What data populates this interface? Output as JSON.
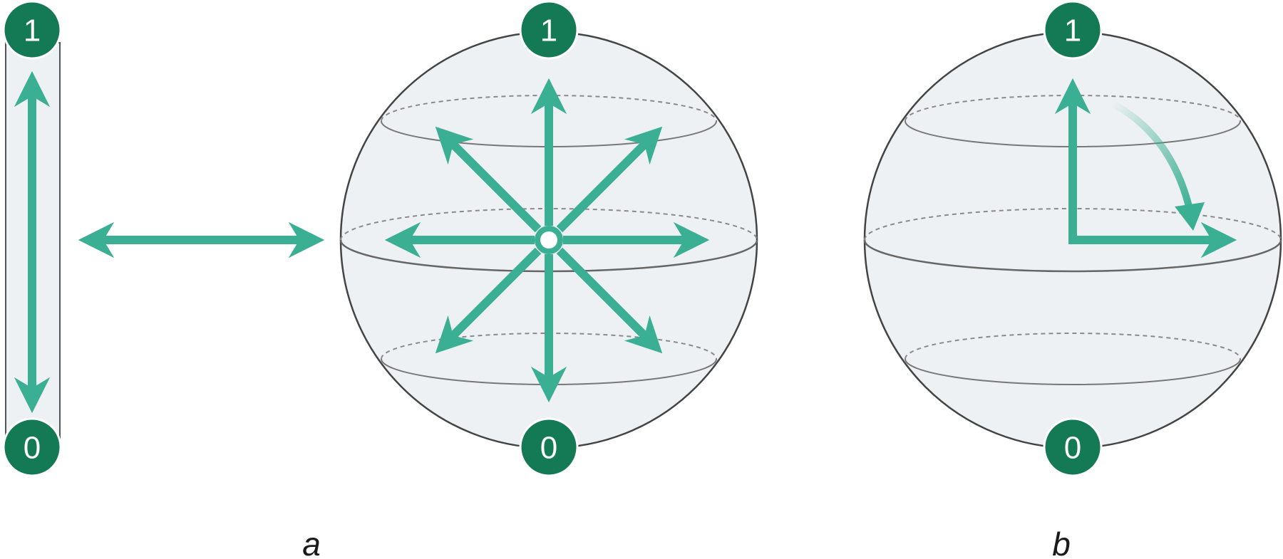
{
  "colors": {
    "arrow": "#3aaf93",
    "node": "#137a55",
    "sphere_fill": "#eef1f3",
    "outline": "#444444",
    "dashed": "#8a8a8a"
  },
  "panels": [
    {
      "label": "a",
      "nodes": {
        "top": "1",
        "bottom": "0"
      }
    },
    {
      "label": "b",
      "nodes": {
        "top": "1",
        "bottom": "0"
      }
    }
  ],
  "classical_bit": {
    "nodes": {
      "top": "1",
      "bottom": "0"
    }
  }
}
